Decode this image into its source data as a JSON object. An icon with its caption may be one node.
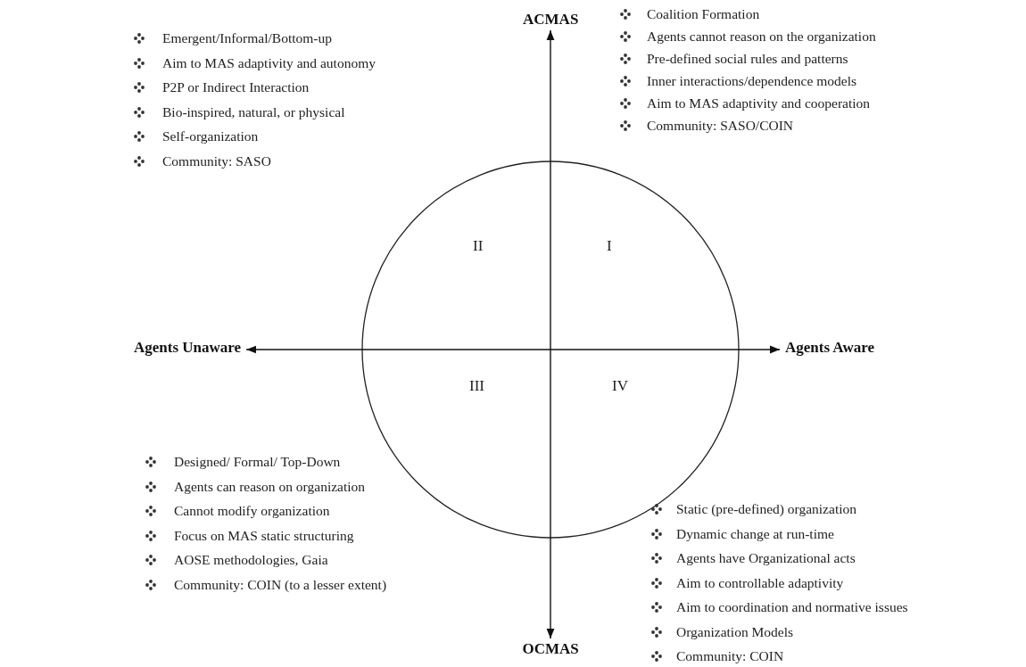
{
  "diagram": {
    "nodes": [
      {
        "text": [
          "ACMAS"
        ]
      },
      {
        "text": [
          "OCMAS"
        ]
      },
      {
        "text": [
          "Agents Unaware"
        ]
      },
      {
        "text": [
          "Agents Aware"
        ]
      }
    ],
    "edges": [
      {
        "from": 0,
        "to": 1,
        "arrow": "both"
      },
      {
        "from": 2,
        "to": 3,
        "arrow": "both"
      }
    ],
    "labels": [
      "Coalition Formation",
      "Agents cannot reason on the organization",
      "Pre-defined social rules and patterns",
      "Inner interactions/dependence models",
      "Aim to MAS adaptivity and cooperation",
      "Community: SASO/COIN",
      "Emergent/Informal/Bottom-up",
      "Aim to MAS adaptivity and autonomy",
      "P2P or Indirect Interaction",
      "Bio-inspired, natural, or physical",
      "Self-organization",
      "Community: SASO",
      "II",
      "I",
      "III",
      "IV",
      "Designed/ Formal/ Top-Down",
      "Agents can reason on organization",
      "Cannot modify organization",
      "Focus on MAS static structuring",
      "AOSE methodologies, Gaia",
      "Community: COIN (to a lesser extent)",
      "Static (pre-defined) organization",
      "Dynamic change at run-time",
      "Agents have Organizational acts",
      "Aim to controllable adaptivity",
      "Aim to coordination and normative issues",
      "Organization Models",
      "Community: COIN"
    ]
  }
}
